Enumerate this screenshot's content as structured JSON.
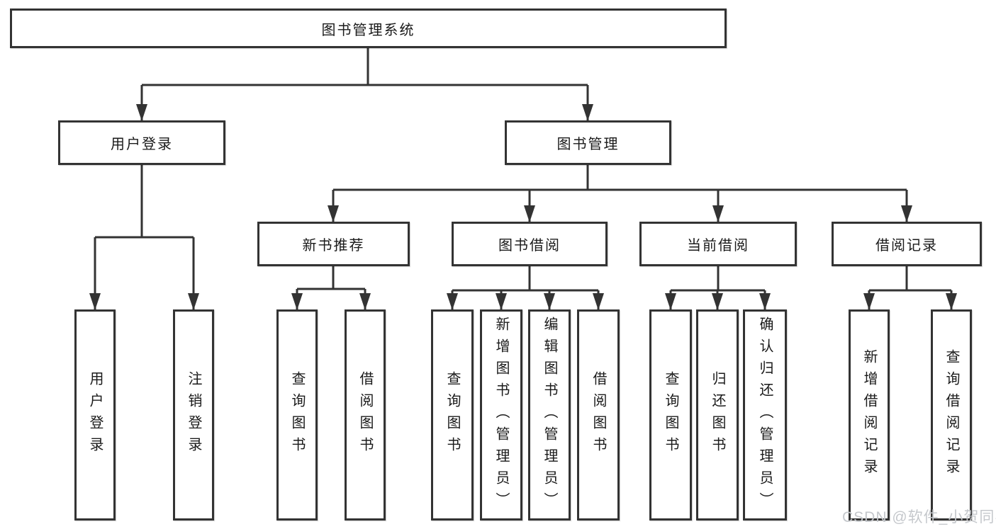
{
  "tree": {
    "root": {
      "label": "图书管理系统",
      "children": [
        {
          "label": "用户登录",
          "children": [
            {
              "label": "用户登录"
            },
            {
              "label": "注销登录"
            }
          ]
        },
        {
          "label": "图书管理",
          "children": [
            {
              "label": "新书推荐",
              "children": [
                {
                  "label": "查询图书"
                },
                {
                  "label": "借阅图书"
                }
              ]
            },
            {
              "label": "图书借阅",
              "children": [
                {
                  "label": "查询图书"
                },
                {
                  "label": "新增图书（管理员）"
                },
                {
                  "label": "编辑图书（管理员）"
                },
                {
                  "label": "借阅图书"
                }
              ]
            },
            {
              "label": "当前借阅",
              "children": [
                {
                  "label": "查询图书"
                },
                {
                  "label": "归还图书"
                },
                {
                  "label": "确认归还（管理员）"
                }
              ]
            },
            {
              "label": "借阅记录",
              "children": [
                {
                  "label": "新增借阅记录"
                },
                {
                  "label": "查询借阅记录"
                }
              ]
            }
          ]
        }
      ]
    }
  },
  "watermark": {
    "text": "CSDN @软件_小贺同学"
  },
  "colors": {
    "line": "#333333",
    "text": "#1a1a1a",
    "box_background": "#ffffff",
    "watermark": "#c5c8cc"
  }
}
